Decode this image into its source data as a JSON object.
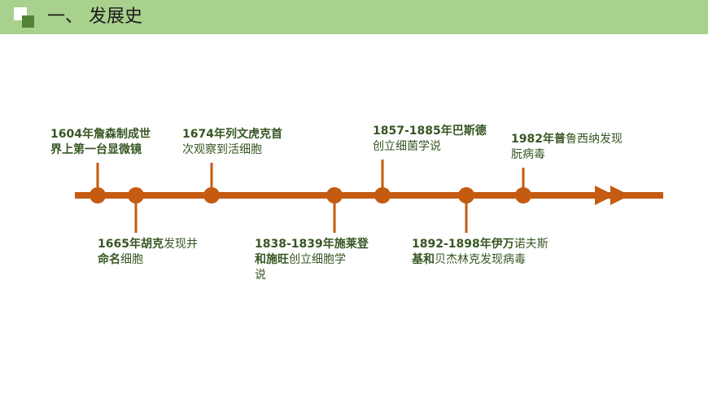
{
  "header": {
    "title": "一、 发展史",
    "bar_color": "#a9d18e",
    "icon": "square-logo-icon"
  },
  "timeline": {
    "line_color": "#c55a11",
    "text_color": "#375623",
    "events": [
      {
        "bold": "1604年詹森制成世界上第一台显微镜",
        "rest": "",
        "lines": [
          "1604年詹森制成世",
          "界上第一台显微镜"
        ]
      },
      {
        "bold": "1665年胡克",
        "rest": "发现并命名细胞",
        "lines": [
          "1665年胡克发现并",
          "命名细胞"
        ]
      },
      {
        "bold": "1674年列文虎克首",
        "rest": "次观察到活细胞",
        "lines": [
          "1674年列文虎克首",
          "次观察到活细胞"
        ]
      },
      {
        "bold": "1838-1839年施莱登和施旺",
        "rest": "创立细胞学说",
        "lines": [
          "1838-1839年施莱登",
          "和施旺创立细胞学",
          "说"
        ]
      },
      {
        "bold": "1857-1885年巴斯德",
        "rest": "创立细菌学说",
        "lines": [
          "1857-1885年巴斯德",
          "创立细菌学说"
        ]
      },
      {
        "bold": "1892-1898年伊万",
        "rest": "诺夫斯基和贝杰林克发现病毒",
        "lines": [
          "1892-1898年伊万诺夫斯",
          "基和贝杰林克发现病毒"
        ]
      },
      {
        "bold": "1982年普",
        "rest": "鲁西纳发现朊病毒",
        "lines": [
          "1982年普鲁西纳发现",
          "朊病毒"
        ]
      }
    ]
  }
}
